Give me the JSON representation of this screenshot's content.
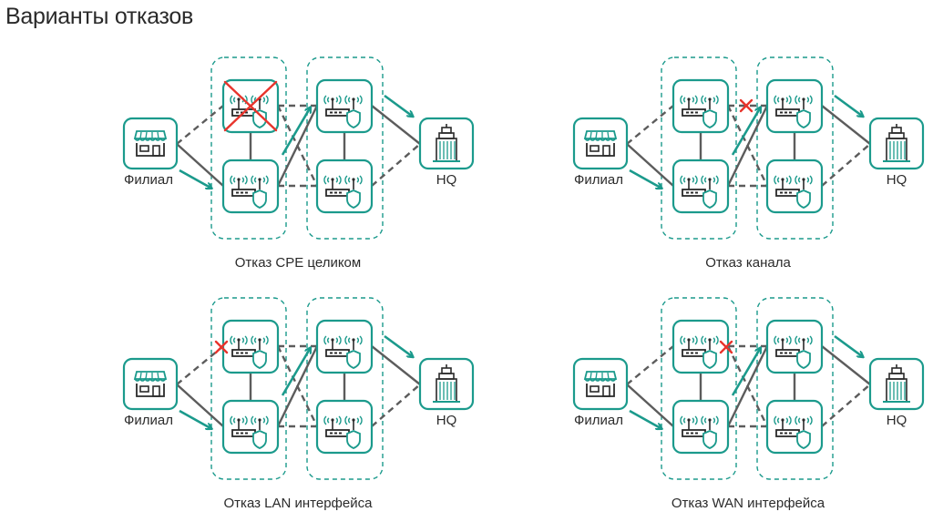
{
  "page": {
    "title": "Варианты отказов"
  },
  "colors": {
    "accent": "#1b9a8c",
    "line": "#5c5c5c",
    "fail": "#e8342c",
    "icon_dark": "#2a2a2a"
  },
  "diagrams": [
    {
      "id": "cpe-failure",
      "caption": "Отказ CPE целиком",
      "branch_label": "Филиал",
      "hq_label": "HQ",
      "failure": "cpe",
      "failure_marker": "big-cross-on-router-top-left"
    },
    {
      "id": "link-failure",
      "caption": "Отказ канала",
      "branch_label": "Филиал",
      "hq_label": "HQ",
      "failure": "link",
      "failure_marker": "small-cross-on-link-between-top-routers"
    },
    {
      "id": "lan-failure",
      "caption": "Отказ LAN интерфейса",
      "branch_label": "Филиал",
      "hq_label": "HQ",
      "failure": "lan",
      "failure_marker": "small-cross-on-lan-side-of-top-left-router"
    },
    {
      "id": "wan-failure",
      "caption": "Отказ WAN интерфейса",
      "branch_label": "Филиал",
      "hq_label": "HQ",
      "failure": "wan",
      "failure_marker": "small-cross-on-wan-side-of-top-left-router"
    }
  ],
  "icons": {
    "branch": "storefront-icon",
    "router": "router-shield-icon",
    "hq": "office-building-icon",
    "flow": "arrow-icon",
    "fail": "red-cross-icon"
  }
}
